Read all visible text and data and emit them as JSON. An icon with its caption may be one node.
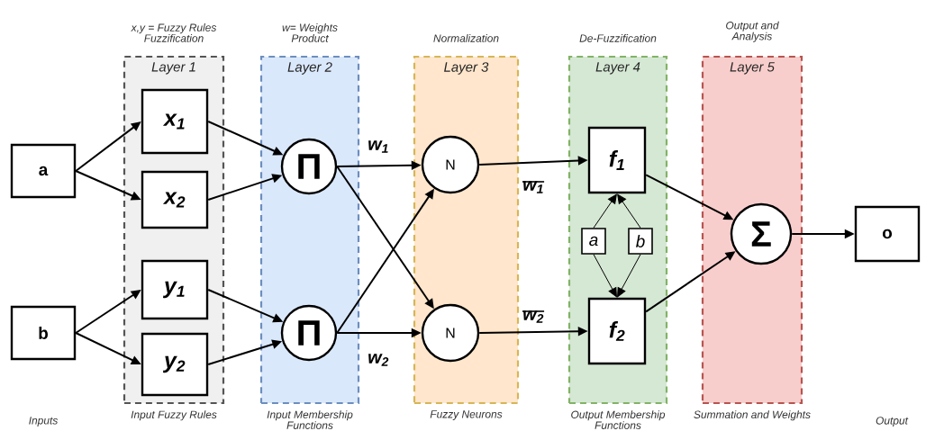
{
  "diagram": {
    "nodes": [
      {
        "text": [
          "x,y = Fuzzy Rules Fuzzification",
          "Layer 1"
        ],
        "beside": [
          "Input Fuzzy Rules"
        ]
      },
      {
        "text": [
          "w= Weights Product",
          "Layer 2"
        ],
        "beside": [
          "Input Membership Functions"
        ]
      },
      {
        "text": [
          "Normalization",
          "Layer 3"
        ],
        "beside": [
          "Fuzzy Neurons"
        ]
      },
      {
        "text": [
          "De-Fuzzification",
          "Layer 4"
        ],
        "beside": [
          "Output Membership Functions"
        ]
      },
      {
        "text": [
          "Output and Analysis",
          "Layer 5"
        ],
        "beside": [
          "Summation and Weights"
        ]
      },
      {
        "text": [
          "a"
        ]
      },
      {
        "text": [
          "b"
        ]
      },
      {
        "text": [
          "x$_{1}$"
        ],
        "in": 0
      },
      {
        "text": [
          "x$_{2}$"
        ],
        "in": 0
      },
      {
        "text": [
          "y$_{1}$"
        ],
        "in": 0
      },
      {
        "text": [
          "y$_{2}$"
        ],
        "in": 0
      },
      {
        "text": [
          "Π"
        ],
        "in": 1
      },
      {
        "text": [
          "Π"
        ],
        "in": 1
      },
      {
        "text": [
          "N"
        ],
        "in": 2
      },
      {
        "text": [
          "N"
        ],
        "in": 2
      },
      {
        "text": [
          "f$_{1}$"
        ],
        "in": 3
      },
      {
        "text": [
          "a"
        ],
        "in": 3
      },
      {
        "text": [
          "b"
        ],
        "in": 3
      },
      {
        "text": [
          "f$_{2}$"
        ],
        "in": 3
      },
      {
        "text": [
          "Σ"
        ],
        "in": 4
      },
      {
        "text": [
          "o"
        ]
      }
    ],
    "edges": [
      {
        "from": 5,
        "to": 7,
        "arrow": "to"
      },
      {
        "from": 5,
        "to": 8,
        "arrow": "to"
      },
      {
        "from": 6,
        "to": 9,
        "arrow": "to"
      },
      {
        "from": 6,
        "to": 10,
        "arrow": "to"
      },
      {
        "from": 7,
        "to": 11,
        "arrow": "to"
      },
      {
        "from": 8,
        "to": 11,
        "arrow": "to"
      },
      {
        "from": 9,
        "to": 12,
        "arrow": "to"
      },
      {
        "from": 10,
        "to": 12,
        "arrow": "to"
      },
      {
        "from": 11,
        "to": 13,
        "arrow": "to",
        "label": "w$_{1}$"
      },
      {
        "from": 11,
        "to": 14,
        "arrow": "to"
      },
      {
        "from": 12,
        "to": 13,
        "arrow": "to"
      },
      {
        "from": 12,
        "to": 14,
        "arrow": "to",
        "label": "w$_{2}$"
      },
      {
        "from": 13,
        "to": 15,
        "arrow": "to",
        "label": "w$_{1}$"
      },
      {
        "from": 14,
        "to": 18,
        "arrow": "to",
        "label": "w$_{2}$"
      },
      {
        "from": 16,
        "to": 15,
        "arrow": "to"
      },
      {
        "from": 17,
        "to": 15,
        "arrow": "to"
      },
      {
        "from": 16,
        "to": 18,
        "arrow": "to"
      },
      {
        "from": 17,
        "to": 18,
        "arrow": "to"
      },
      {
        "from": 15,
        "to": 19,
        "arrow": "to"
      },
      {
        "from": 18,
        "to": 19,
        "arrow": "to"
      },
      {
        "from": 19,
        "to": 20,
        "arrow": "to"
      }
    ],
    "labels": [
      "Inputs",
      "Output"
    ]
  }
}
